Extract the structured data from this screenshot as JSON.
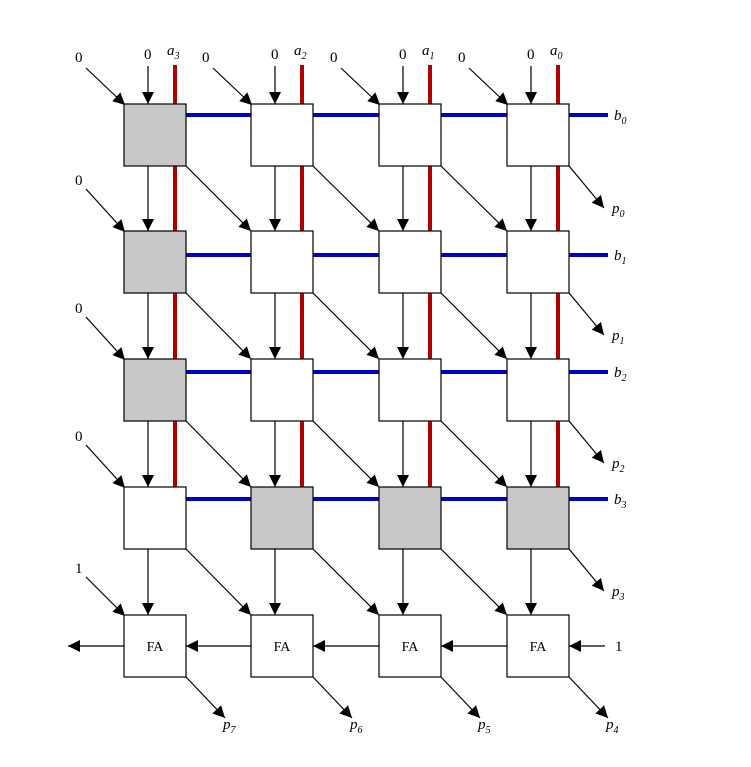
{
  "colors": {
    "a_line": "#b30000",
    "b_line": "#0000c8",
    "shaded_cell": "#c8c8c8",
    "plain_cell": "#ffffff",
    "stroke": "#000000"
  },
  "inputs": {
    "zero": "0",
    "one": "1",
    "a_labels": [
      {
        "letter": "a",
        "sub": "3"
      },
      {
        "letter": "a",
        "sub": "2"
      },
      {
        "letter": "a",
        "sub": "1"
      },
      {
        "letter": "a",
        "sub": "0"
      }
    ],
    "b_labels": [
      {
        "letter": "b",
        "sub": "0"
      },
      {
        "letter": "b",
        "sub": "1"
      },
      {
        "letter": "b",
        "sub": "2"
      },
      {
        "letter": "b",
        "sub": "3"
      }
    ]
  },
  "cells": [
    [
      true,
      false,
      false,
      false
    ],
    [
      true,
      false,
      false,
      false
    ],
    [
      true,
      false,
      false,
      false
    ],
    [
      false,
      true,
      true,
      true
    ]
  ],
  "adders": {
    "label": "FA",
    "count": 4
  },
  "outputs": {
    "right": [
      {
        "letter": "p",
        "sub": "0"
      },
      {
        "letter": "p",
        "sub": "1"
      },
      {
        "letter": "p",
        "sub": "2"
      },
      {
        "letter": "p",
        "sub": "3"
      }
    ],
    "bottom": [
      {
        "letter": "p",
        "sub": "7"
      },
      {
        "letter": "p",
        "sub": "6"
      },
      {
        "letter": "p",
        "sub": "5"
      },
      {
        "letter": "p",
        "sub": "4"
      }
    ]
  }
}
